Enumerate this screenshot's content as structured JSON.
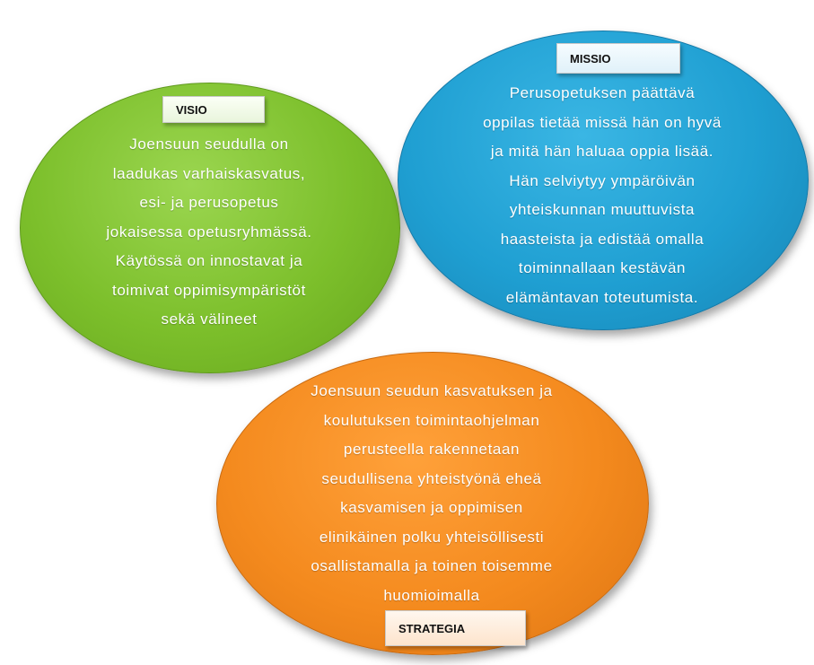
{
  "visio": {
    "label": "VISIO",
    "text": "Joensuun seudulla on\nlaadukas varhaiskasvatus,\nesi- ja perusopetus\njokaisessa opetusryhmässä.\nKäytössä on innostavat ja\ntoimivat oppimisympäristöt\nsekä välineet",
    "color": "#7cbf2b"
  },
  "missio": {
    "label": "MISSIO",
    "text": "Perusopetuksen päättävä\noppilas tietää missä hän on hyvä\nja mitä hän haluaa oppia lisää.\nHän selviytyy ympäröivän\nyhteiskunnan muuttuvista\nhaasteista ja edistää omalla\ntoiminnallaan kestävän\nelämäntavan toteutumista.",
    "color": "#1f9fd2"
  },
  "strategia": {
    "label": "STRATEGIA",
    "text": "Joensuun seudun kasvatuksen ja\nkoulutuksen toimintaohjelman\nperusteella rakennetaan\nseudullisena yhteistyönä eheä\nkasvamisen ja oppimisen\nelinikäinen polku yhteisöllisesti\nosallistamalla ja toinen toisemme\nhuomioimalla",
    "color": "#f48a1e"
  }
}
